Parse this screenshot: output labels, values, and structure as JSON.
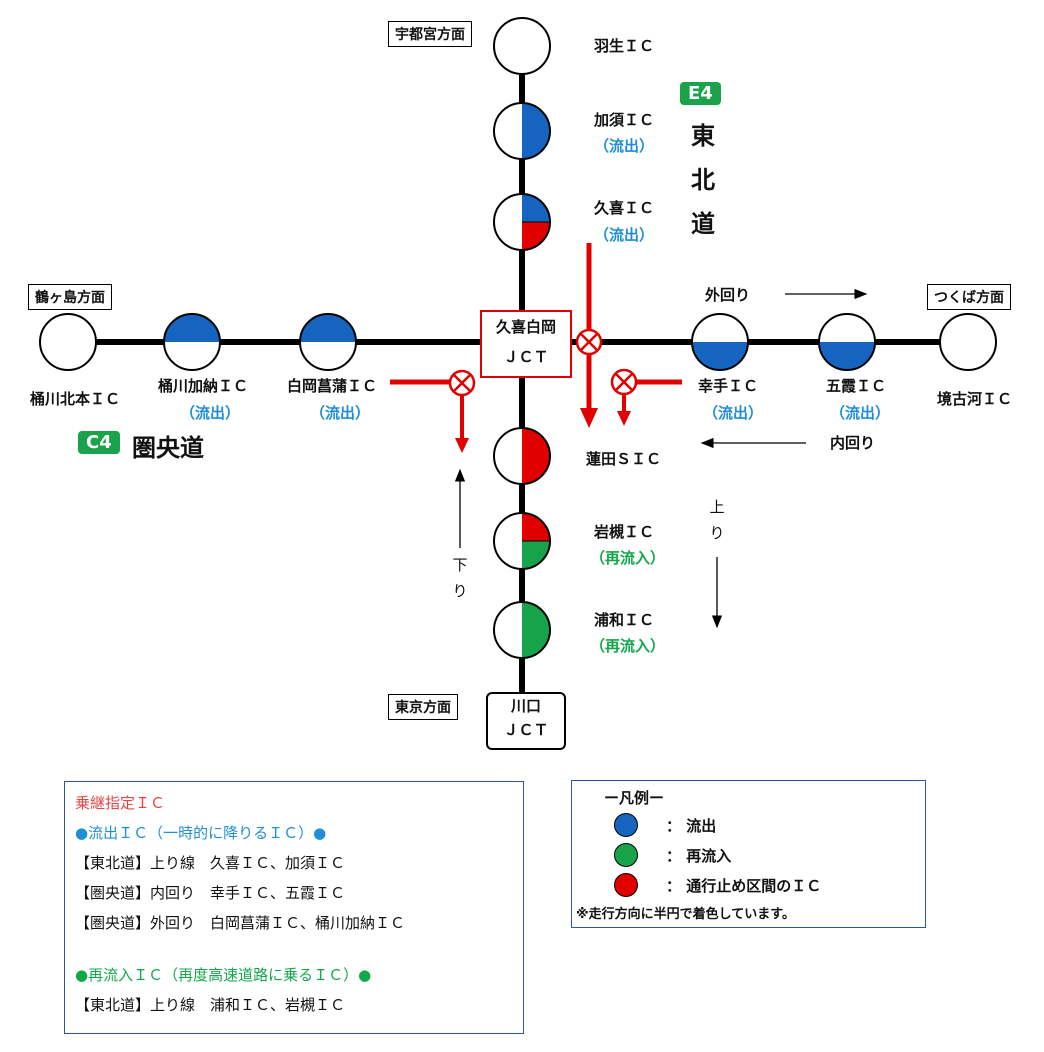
{
  "colors": {
    "blue": "#1565c0",
    "green": "#16a34a",
    "red": "#e00000",
    "label_blue": "#1f8ed6",
    "label_green": "#12a84a"
  },
  "directions": {
    "utsunomiya": "宇都宮方面",
    "tsurugashima": "鶴ヶ島方面",
    "tsukuba": "つくば方面",
    "tokyo": "東京方面"
  },
  "roads": {
    "e4_badge": "E4",
    "e4_name": "東北道",
    "c4_badge": "C4",
    "c4_name": "圏央道"
  },
  "junctions": {
    "kuki_line1": "久喜白岡",
    "kuki_line2": "ＪＣＴ",
    "kawaguchi_line1": "川口",
    "kawaguchi_line2": "ＪＣＴ"
  },
  "interchanges": {
    "hanyu": {
      "name": "羽生ＩＣ",
      "fill": "none"
    },
    "kazo": {
      "name": "加須ＩＣ",
      "note": "（流出）",
      "fill": "right-blue"
    },
    "kuki": {
      "name": "久喜ＩＣ",
      "note": "（流出）",
      "fill": "right-blue-red"
    },
    "hasuda": {
      "name": "蓮田ＳＩＣ",
      "fill": "right-red"
    },
    "iwatsuki": {
      "name": "岩槻ＩＣ",
      "note": "（再流入）",
      "fill": "right-red-green"
    },
    "urawa": {
      "name": "浦和ＩＣ",
      "note": "（再流入）",
      "fill": "right-green"
    },
    "okegawa_kitamoto": {
      "name": "桶川北本ＩＣ",
      "fill": "none"
    },
    "okegawa_kano": {
      "name": "桶川加納ＩＣ",
      "note": "（流出）",
      "fill": "top-blue"
    },
    "shiraoka_shobu": {
      "name": "白岡菖蒲ＩＣ",
      "note": "（流出）",
      "fill": "top-blue"
    },
    "satte": {
      "name": "幸手ＩＣ",
      "note": "（流出）",
      "fill": "bottom-blue"
    },
    "goka": {
      "name": "五霞ＩＣ",
      "note": "（流出）",
      "fill": "bottom-blue"
    },
    "sakai_koga": {
      "name": "境古河ＩＣ",
      "fill": "none"
    }
  },
  "flow_labels": {
    "outer": "外回り",
    "inner": "内回り",
    "up": "上り",
    "down": "下り"
  },
  "info": {
    "title": "乗継指定ＩＣ",
    "outflow_heading": "●流出ＩＣ（一時的に降りるＩＣ）●",
    "outflow_lines": [
      "【東北道】上り線　久喜ＩＣ、加須ＩＣ",
      "【圏央道】内回り　幸手ＩＣ、五霞ＩＣ",
      "【圏央道】外回り　白岡菖蒲ＩＣ、桶川加納ＩＣ"
    ],
    "reentry_heading": "●再流入ＩＣ（再度高速道路に乗るＩＣ）●",
    "reentry_lines": [
      "【東北道】上り線　浦和ＩＣ、岩槻ＩＣ"
    ]
  },
  "legend": {
    "title": "ー凡例ー",
    "items": [
      {
        "color": "#1565c0",
        "label": "：  流出"
      },
      {
        "color": "#16a34a",
        "label": "：  再流入"
      },
      {
        "color": "#e00000",
        "label": "：  通行止め区間のＩＣ"
      }
    ],
    "note": "※走行方向に半円で着色しています。"
  }
}
